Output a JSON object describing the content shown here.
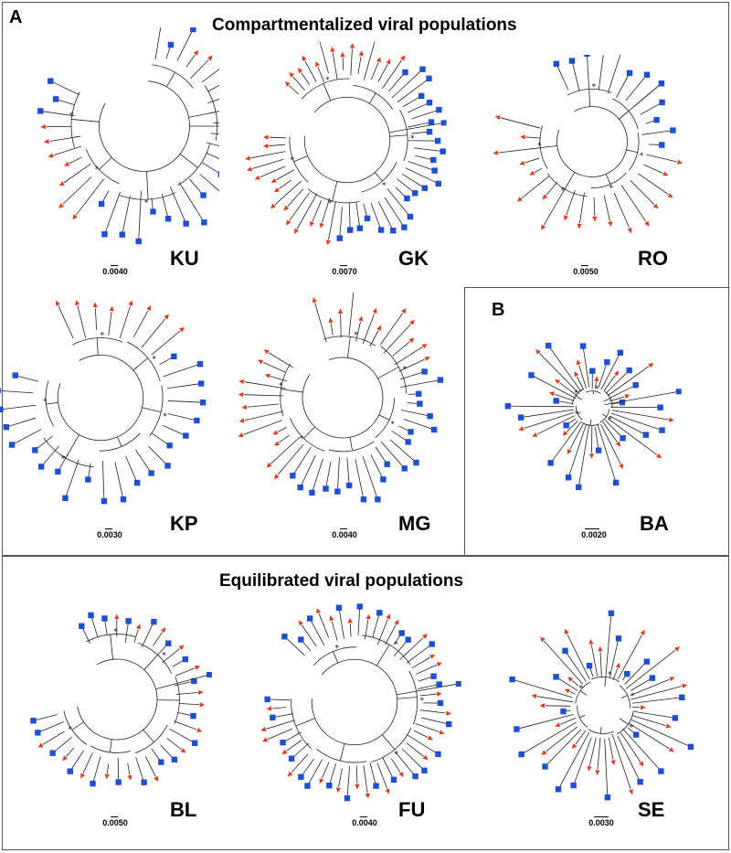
{
  "figure": {
    "title_compartmentalized": "Compartmentalized viral populations",
    "title_equilibrated": "Equilibrated viral populations",
    "panel_a": "A",
    "panel_b": "B",
    "colors": {
      "square": "#1f4fd1",
      "triangle": "#e2391c",
      "branch": "#222222",
      "node": "#111111"
    },
    "trees": [
      {
        "name": "KU",
        "scale": "0.0040"
      },
      {
        "name": "GK",
        "scale": "0.0070"
      },
      {
        "name": "RO",
        "scale": "0.0050"
      },
      {
        "name": "KP",
        "scale": "0.0030"
      },
      {
        "name": "MG",
        "scale": "0.0040"
      },
      {
        "name": "BA",
        "scale": "0.0020"
      },
      {
        "name": "BL",
        "scale": "0.0050"
      },
      {
        "name": "FU",
        "scale": "0.0040"
      },
      {
        "name": "SE",
        "scale": "0.0030"
      }
    ]
  }
}
